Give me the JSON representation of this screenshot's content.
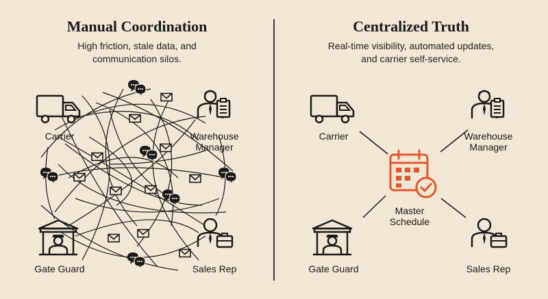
{
  "left_panel": {
    "title": "Manual Coordination",
    "subtitle": "High friction, stale data, and\ncommunication silos.",
    "nodes": {
      "carrier": "Carrier",
      "warehouse_manager": "Warehouse\nManager",
      "gate_guard": "Gate Guard",
      "sales_rep": "Sales Rep"
    }
  },
  "right_panel": {
    "title": "Centralized Truth",
    "subtitle": "Real-time visibility, automated updates,\nand carrier self-service.",
    "nodes": {
      "carrier": "Carrier",
      "warehouse_manager": "Warehouse\nManager",
      "gate_guard": "Gate Guard",
      "sales_rep": "Sales Rep",
      "hub": "Master\nSchedule"
    }
  },
  "colors": {
    "background": "#f2e6d4",
    "ink": "#1a1a1a",
    "accent": "#e4582b",
    "divider": "#3a3a3a"
  },
  "icons": [
    "truck-icon",
    "warehouse-manager-icon",
    "gate-guard-icon",
    "sales-rep-icon",
    "calendar-check-icon",
    "envelope-icon",
    "chat-bubble-icon"
  ]
}
